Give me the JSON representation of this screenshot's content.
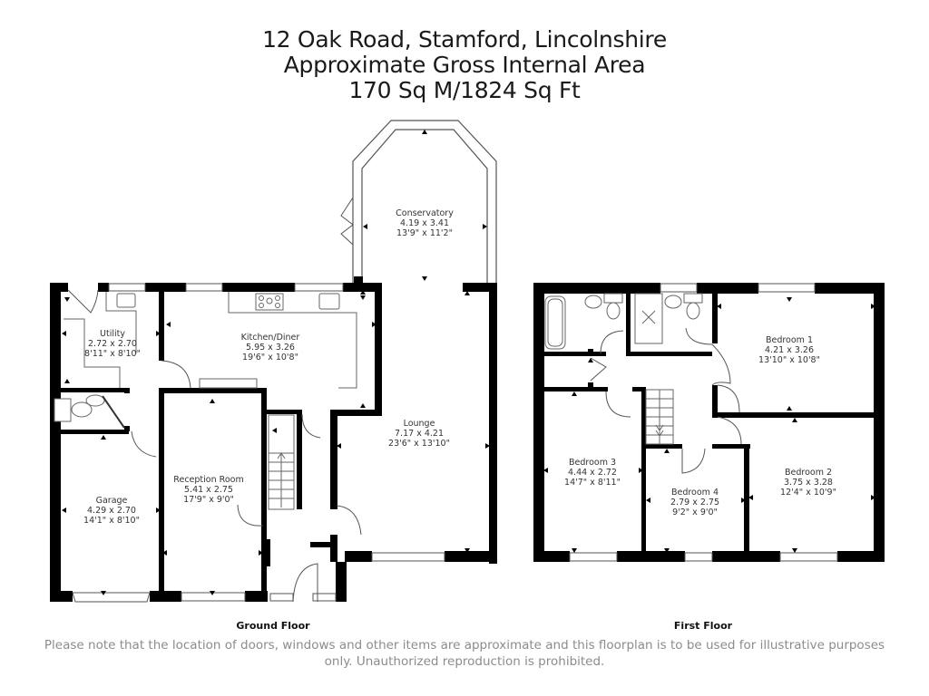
{
  "header": {
    "address": "12 Oak Road, Stamford, Lincolnshire",
    "subtitle": "Approximate Gross Internal Area",
    "area": "170 Sq M/1824 Sq Ft"
  },
  "floors": {
    "ground": {
      "label": "Ground Floor",
      "rooms": [
        {
          "name": "Conservatory",
          "metric": "4.19 x 3.41",
          "imperial": "13'9\" x 11'2\""
        },
        {
          "name": "Utility",
          "metric": "2.72 x 2.70",
          "imperial": "8'11\" x 8'10\""
        },
        {
          "name": "Kitchen/Diner",
          "metric": "5.95 x 3.26",
          "imperial": "19'6\" x 10'8\""
        },
        {
          "name": "Lounge",
          "metric": "7.17 x 4.21",
          "imperial": "23'6\" x 13'10\""
        },
        {
          "name": "Reception Room",
          "metric": "5.41 x 2.75",
          "imperial": "17'9\" x 9'0\""
        },
        {
          "name": "Garage",
          "metric": "4.29 x 2.70",
          "imperial": "14'1\" x 8'10\""
        }
      ]
    },
    "first": {
      "label": "First Floor",
      "rooms": [
        {
          "name": "Bedroom 1",
          "metric": "4.21 x 3.26",
          "imperial": "13'10\" x 10'8\""
        },
        {
          "name": "Bedroom 3",
          "metric": "4.44 x 2.72",
          "imperial": "14'7\" x 8'11\""
        },
        {
          "name": "Bedroom 4",
          "metric": "2.79 x 2.75",
          "imperial": "9'2\" x 9'0\""
        },
        {
          "name": "Bedroom 2",
          "metric": "3.75 x 3.28",
          "imperial": "12'4\" x 10'9\""
        }
      ]
    }
  },
  "footer": {
    "disclaimer": "Please note that the location of doors, windows and other items are approximate and this floorplan is to be used for illustrative purposes only. Unauthorized reproduction is prohibited."
  },
  "colors": {
    "wall": "#000000",
    "line": "#666666",
    "note": "#8c8c8c"
  }
}
